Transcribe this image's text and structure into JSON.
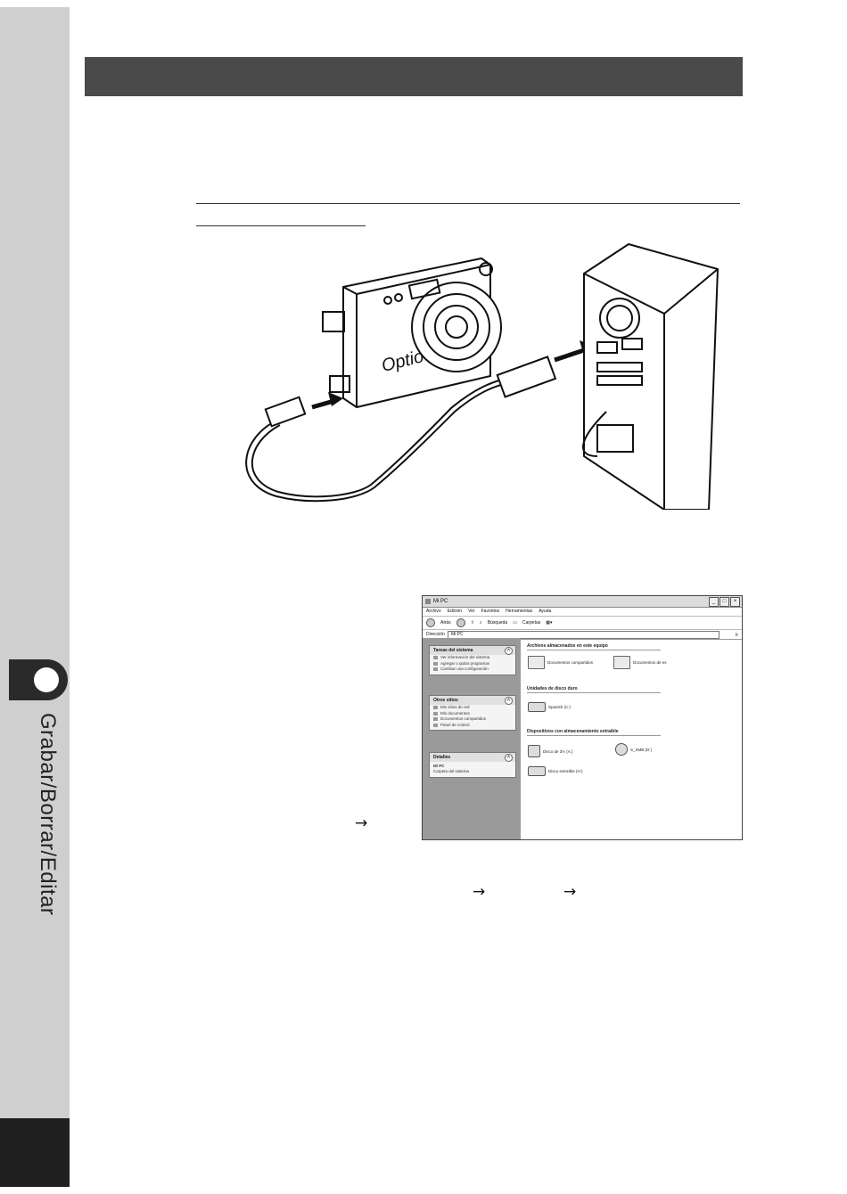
{
  "side_tab": {
    "label": "Grabar/Borrar/Editar"
  },
  "body_arrows": {
    "a1": "→",
    "a2": "→",
    "a3": "→"
  },
  "illustration": {
    "camera_brand": "Optio"
  },
  "window": {
    "title": "Mi PC",
    "menu": [
      "Archivo",
      "Edición",
      "Ver",
      "Favoritos",
      "Herramientas",
      "Ayuda"
    ],
    "toolbar": {
      "back": "Atrás",
      "search": "Búsqueda",
      "folders": "Carpetas"
    },
    "address": {
      "label": "Dirección",
      "value": "Mi PC",
      "go": "Ir"
    },
    "tasks": {
      "system_title": "Tareas del sistema",
      "system_items": [
        "Ver información del sistema",
        "Agregar o quitar programas",
        "Cambiar una configuración"
      ],
      "places_title": "Otros sitios",
      "places_items": [
        "Mis sitios de red",
        "Mis documentos",
        "Documentos compartidos",
        "Panel de control"
      ],
      "details_title": "Detalles",
      "details_name": "Mi PC",
      "details_desc": "Carpeta del sistema"
    },
    "sections": {
      "stored": "Archivos almacenados en este equipo",
      "hdd": "Unidades de disco duro",
      "removable": "Dispositivos con almacenamiento extraíble"
    },
    "items": {
      "shared_docs": "Documentos compartidos",
      "user_docs": "Documentos de es",
      "drive_c": "Spanish (C:)",
      "floppy": "Disco de 3½ (A:)",
      "cd": "S_SMB (D:)",
      "removable": "Disco extraíble (H:)"
    }
  }
}
